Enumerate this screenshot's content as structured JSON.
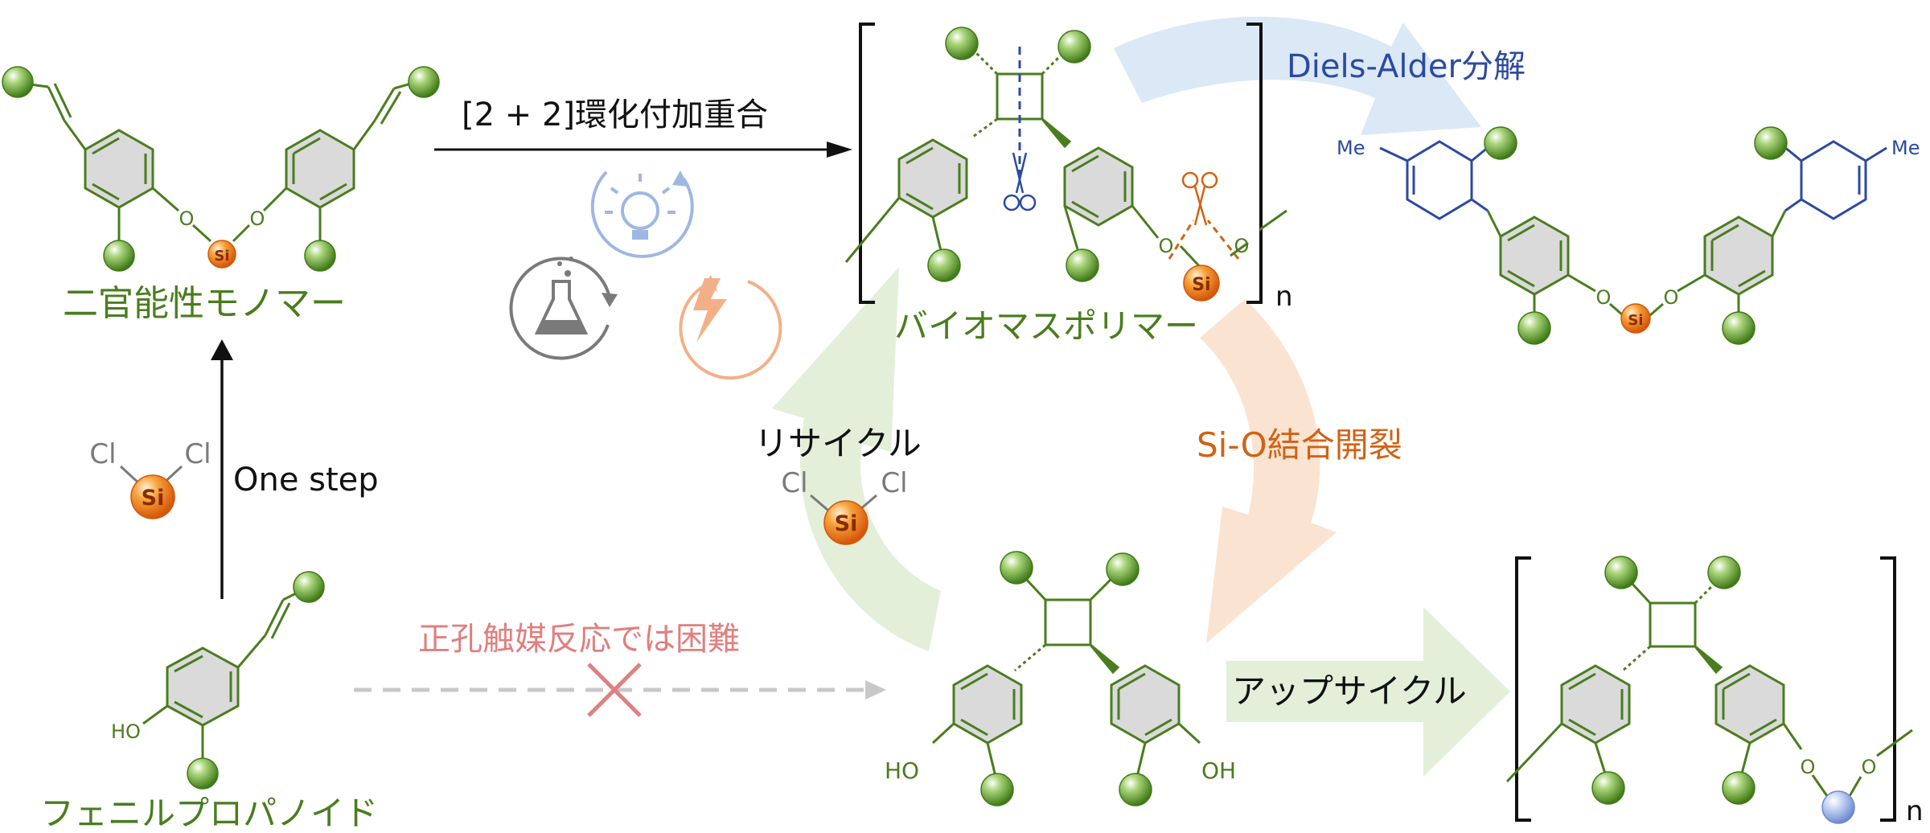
{
  "colors": {
    "green": "#4a7d1e",
    "sphere_green": "#6fa63a",
    "blue": "#2c4aa0",
    "orange": "#d26212",
    "pink": "#e07f7f",
    "gray": "#7a7a7a",
    "black": "#111111",
    "arrow_blue": "#dbe8f6",
    "arrow_orange": "#fbe3d2",
    "arrow_green": "#e3efd9",
    "ring_fill": "#dadada"
  },
  "labels": {
    "monomer": "二官能性モノマー",
    "cycloaddition": "[2 + 2]環化付加重合",
    "biomass_polymer": "バイオマスポリマー",
    "diels_alder": "Diels-Alder分解",
    "recycle": "リサイクル",
    "si_o_cleavage": "Si-O結合開裂",
    "one_step": "One step",
    "hole_catalysis": "正孔触媒反応では困難",
    "upcycle": "アップサイクル",
    "phenylpropanoid": "フェニルプロパノイド",
    "subscript_n": "n"
  },
  "atoms": {
    "si": "Si",
    "cl": "Cl",
    "o": "O",
    "ho": "HO",
    "oh": "OH",
    "me": "Me"
  },
  "icons": [
    "lightbulb-icon",
    "lightning-icon",
    "flask-icon",
    "scissors-icon"
  ]
}
